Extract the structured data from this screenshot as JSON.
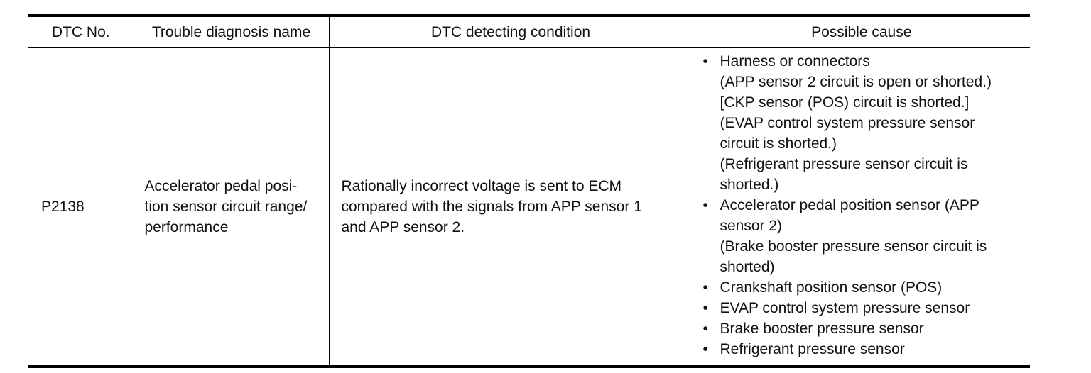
{
  "table": {
    "headers": [
      "DTC No.",
      "Trouble diagnosis name",
      "DTC detecting condition",
      "Possible cause"
    ],
    "row": {
      "dtc_no": "P2138",
      "name_lines": [
        "Accelerator pedal posi-",
        "tion sensor circuit range/",
        "performance"
      ],
      "condition_lines": [
        "Rationally incorrect voltage is sent to ECM",
        "compared with the signals from APP sensor 1",
        "and APP sensor 2."
      ],
      "bullet_char": "•",
      "causes": [
        {
          "lines": [
            "Harness or connectors",
            "(APP sensor 2 circuit is open or shorted.)",
            "[CKP sensor (POS) circuit is shorted.]",
            "(EVAP control system pressure sensor",
            "circuit is shorted.)",
            "(Refrigerant pressure sensor circuit is",
            "shorted.)"
          ]
        },
        {
          "lines": [
            "Accelerator pedal position sensor (APP",
            "sensor 2)",
            "(Brake booster pressure sensor circuit is",
            "shorted)"
          ]
        },
        {
          "lines": [
            "Crankshaft position sensor (POS)"
          ]
        },
        {
          "lines": [
            "EVAP control system pressure sensor"
          ]
        },
        {
          "lines": [
            "Brake booster pressure sensor"
          ]
        },
        {
          "lines": [
            "Refrigerant pressure sensor"
          ]
        }
      ]
    }
  }
}
